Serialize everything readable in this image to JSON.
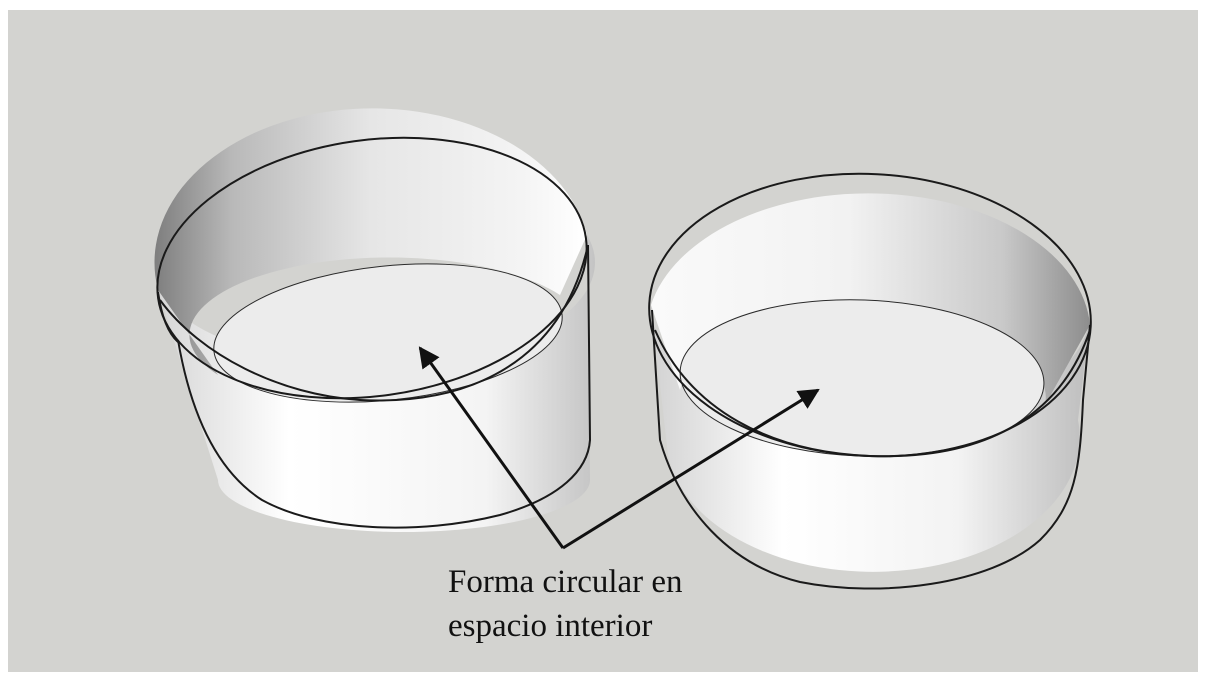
{
  "annotation": {
    "line1": "Forma circular en",
    "line2": "espacio interior"
  },
  "colors": {
    "background": "#d3d3d0",
    "cylinder_wall": "#ffffff",
    "cylinder_shade": "#8e8e8e",
    "floor": "#ececec",
    "outline": "#1a1a1a",
    "arrow": "#111111"
  },
  "objects": [
    {
      "name": "left-cylinder"
    },
    {
      "name": "right-cylinder"
    }
  ]
}
